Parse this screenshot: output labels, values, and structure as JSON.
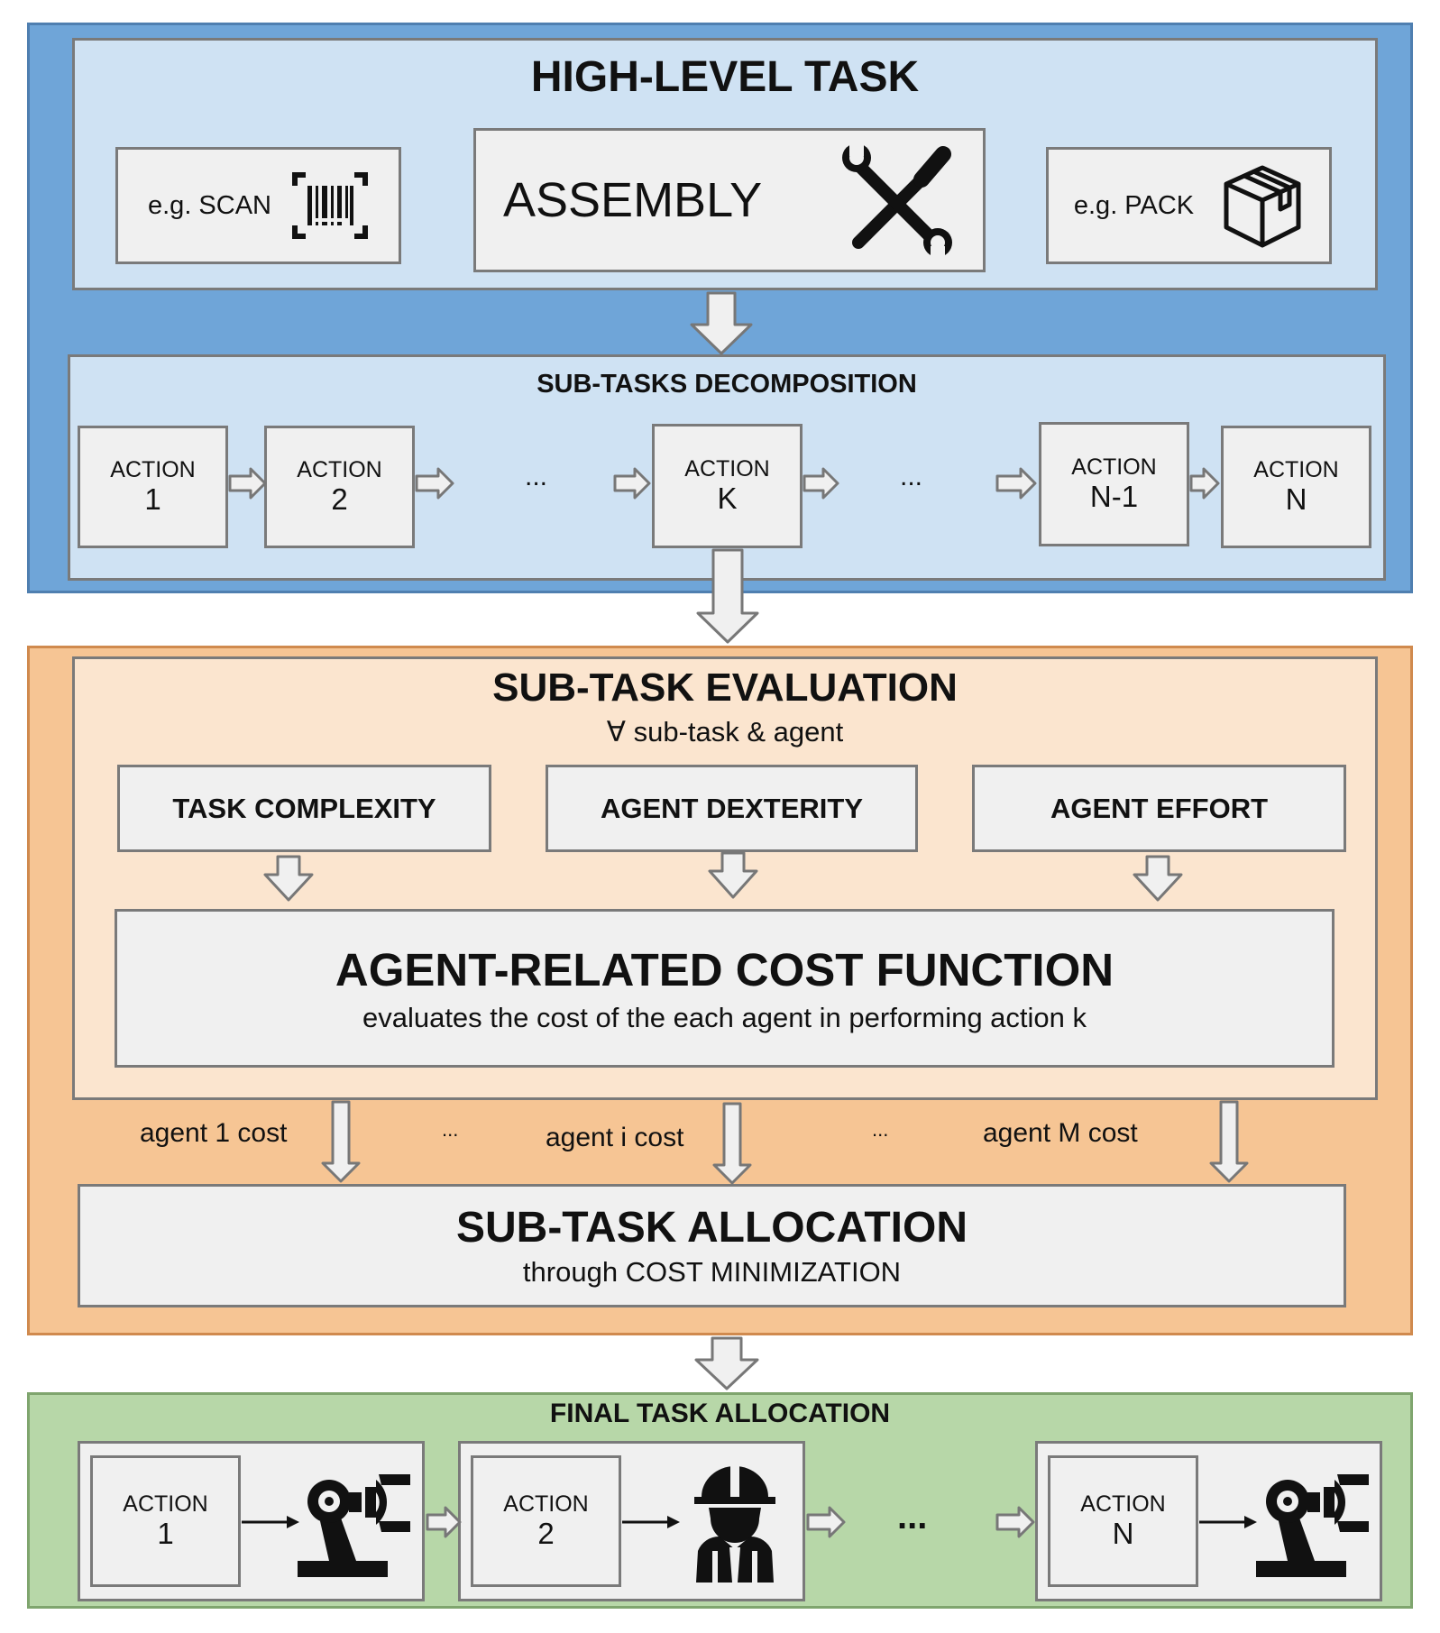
{
  "high_level": {
    "title": "HIGH-LEVEL TASK",
    "scan_label": "e.g. SCAN",
    "main_label": "ASSEMBLY",
    "pack_label": "e.g. PACK"
  },
  "decomposition": {
    "title": "SUB-TASKS DECOMPOSITION",
    "action_word": "ACTION",
    "actions": [
      "1",
      "2",
      "K",
      "N-1",
      "N"
    ],
    "ellipsis": "..."
  },
  "evaluation": {
    "title": "SUB-TASK EVALUATION",
    "quantifier": "∀ sub-task & agent",
    "factors": [
      "TASK COMPLEXITY",
      "AGENT DEXTERITY",
      "AGENT EFFORT"
    ],
    "cost_title": "AGENT-RELATED COST FUNCTION",
    "cost_subtitle": "evaluates the cost of the each agent in performing action k"
  },
  "costs": {
    "labels": [
      "agent 1 cost",
      "agent i cost",
      "agent M cost"
    ],
    "ellipsis": "..."
  },
  "allocation": {
    "title": "SUB-TASK ALLOCATION",
    "subtitle": "through COST MINIMIZATION"
  },
  "final": {
    "title": "FINAL TASK ALLOCATION",
    "action_word": "ACTION",
    "actions": [
      "1",
      "2",
      "N"
    ],
    "agents": [
      "robot-arm-icon",
      "worker-icon",
      "robot-arm-icon"
    ],
    "ellipsis": "..."
  },
  "colors": {
    "blue_outer": "#6fa5d8",
    "blue_inner": "#cfe2f3",
    "orange_outer": "#f6c594",
    "orange_inner": "#fbe5cf",
    "green_outer": "#b7d7a8",
    "box_fill": "#f0f0f0",
    "border": "#7a7a7a"
  }
}
